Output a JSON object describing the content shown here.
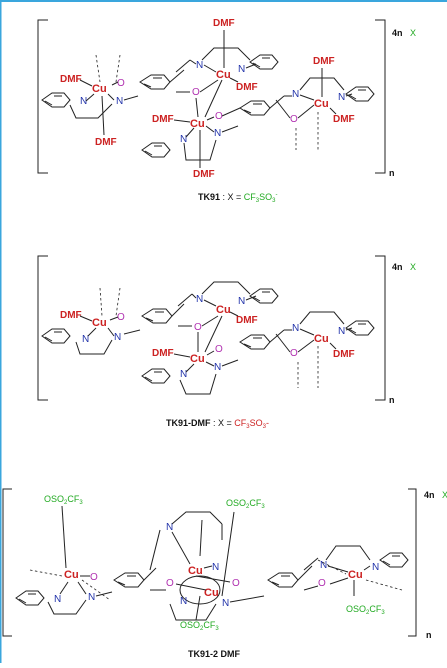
{
  "labels": {
    "cu": "Cu",
    "dmf": "DMF",
    "o": "O",
    "n": "N",
    "osc": "OSO",
    "cf3": "CF"
  },
  "panel1": {
    "multiplier": "4n",
    "x": "X",
    "n": "n",
    "caption_name": "TK91",
    "caption_rest": " : X = ",
    "caption_ion_pre": "CF",
    "caption_ion_mid": "SO",
    "caption_ion_post": "-"
  },
  "panel2": {
    "multiplier": "4n",
    "x": "X",
    "n": "n",
    "caption_name": "TK91-DMF",
    "caption_rest": " : X = ",
    "caption_ion_pre": "CF",
    "caption_ion_mid": "SO",
    "caption_ion_post": "-"
  },
  "panel3": {
    "multiplier": "4n",
    "x": "X",
    "n": "n",
    "caption": "TK91-2 DMF"
  },
  "sub": {
    "three": "3",
    "two": "2"
  },
  "colors": {
    "border": "#3aa6dd",
    "cu": "#cc2222",
    "o": "#b030b0",
    "n": "#2233aa",
    "green": "#22aa22"
  }
}
